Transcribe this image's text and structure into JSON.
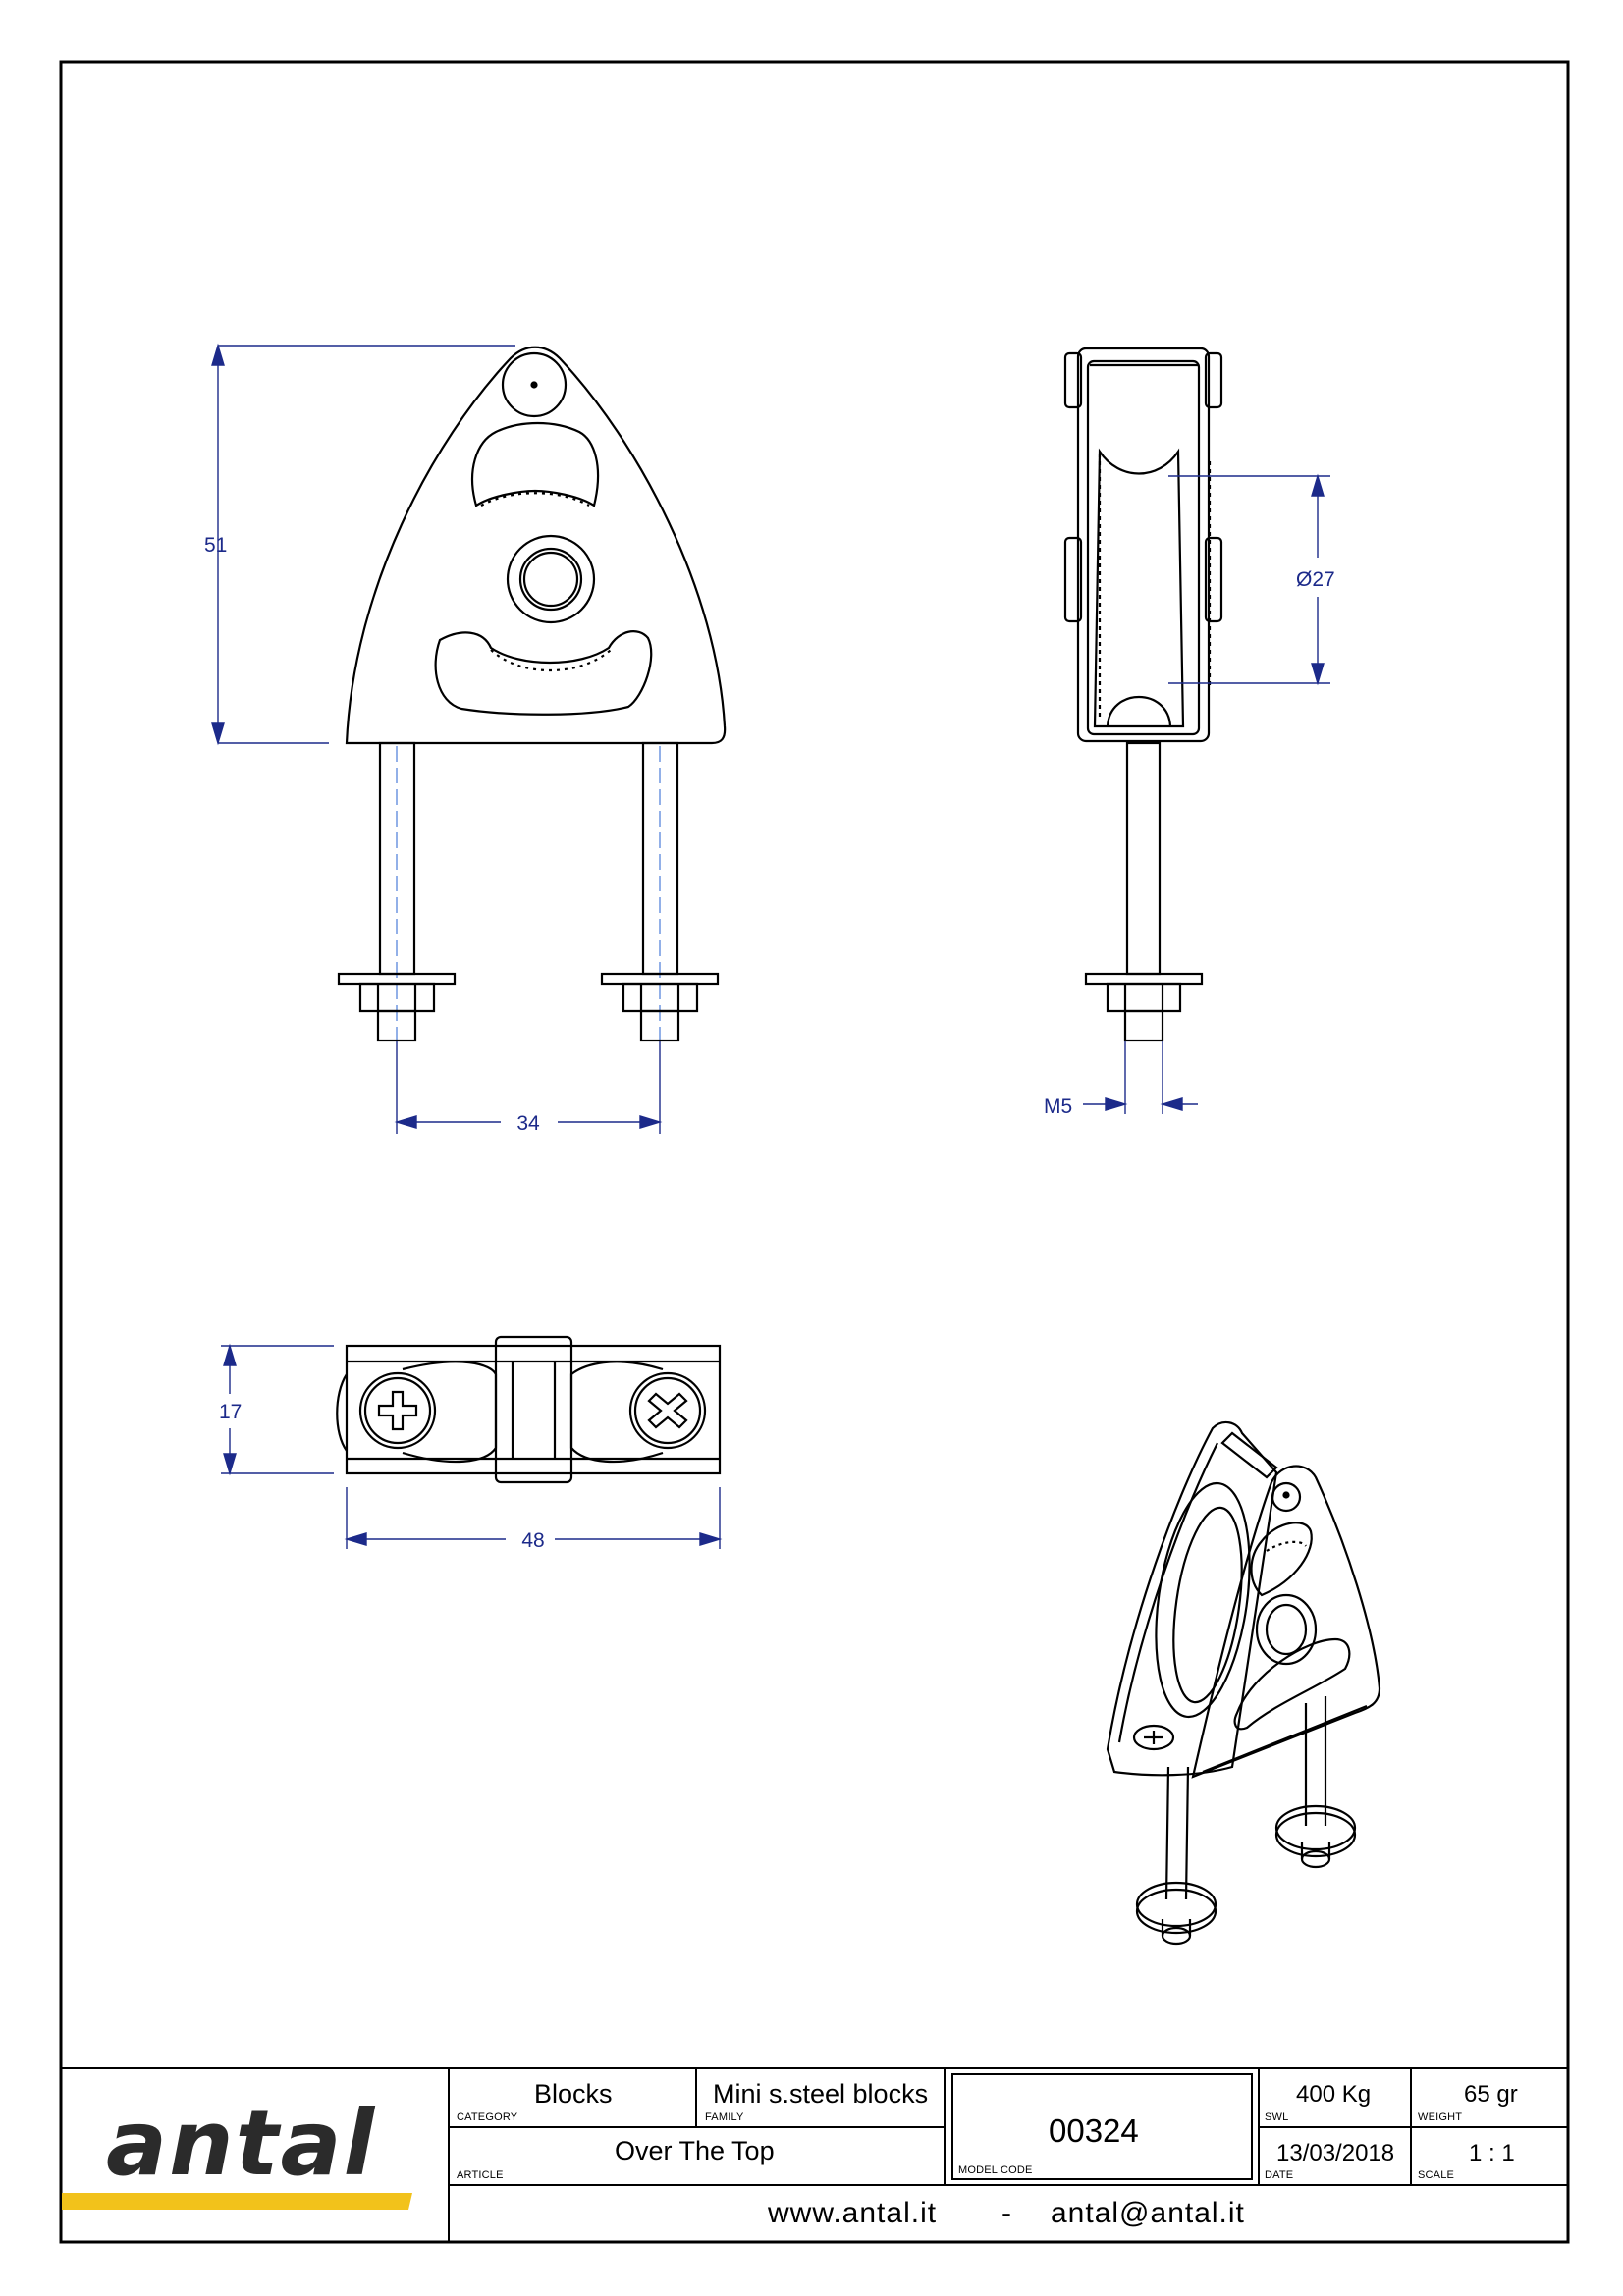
{
  "dimensions": {
    "height_front": "51",
    "bolt_spacing": "34",
    "sheave_diameter": "Ø27",
    "thread": "M5",
    "depth_bottom": "17",
    "length_bottom": "48"
  },
  "title_block": {
    "logo": "antal",
    "category": {
      "value": "Blocks",
      "label": "CATEGORY"
    },
    "family": {
      "value": "Mini s.steel blocks",
      "label": "FAMILY"
    },
    "article": {
      "value": "Over The Top",
      "label": "ARTICLE"
    },
    "model_code": {
      "value": "00324",
      "label": "MODEL CODE"
    },
    "swl": {
      "value": "400 Kg",
      "label": "SWL"
    },
    "weight": {
      "value": "65 gr",
      "label": "WEIGHT"
    },
    "date": {
      "value": "13/03/2018",
      "label": "DATE"
    },
    "scale": {
      "value": "1 : 1",
      "label": "SCALE"
    },
    "website": "www.antal.it",
    "separator": "-",
    "email": "antal@antal.it"
  },
  "colors": {
    "dimension_blue": "#1c2a8a",
    "logo_yellow": "#f2c21b",
    "logo_gray": "#2b2b2b"
  }
}
